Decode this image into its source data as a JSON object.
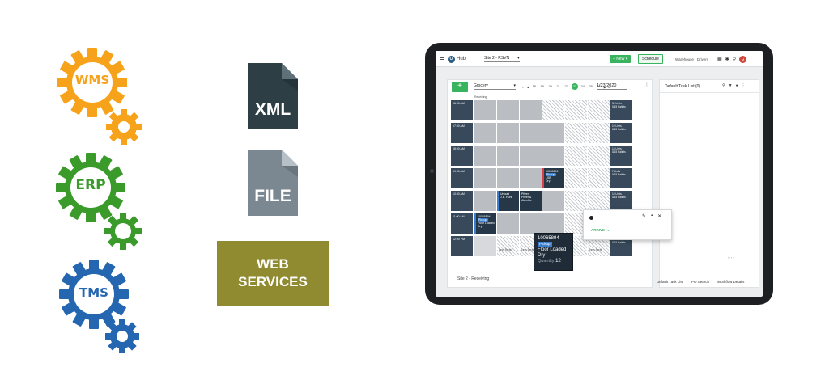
{
  "integrations": {
    "gears": [
      {
        "label": "WMS",
        "color": "#f7a21b"
      },
      {
        "label": "ERP",
        "color": "#3a9b2b"
      },
      {
        "label": "TMS",
        "color": "#2466b0"
      }
    ],
    "formats": [
      {
        "label": "XML",
        "color": "#2e3e45"
      },
      {
        "label": "FILE",
        "color": "#7b8891"
      }
    ],
    "web_services": {
      "label": "WEB\nSERVICES",
      "color": "#908a30"
    }
  },
  "app": {
    "topbar": {
      "brand": "Hub",
      "site": "Site 2 - RSVN",
      "new_label": "+ New",
      "schedule_label": "Schedule",
      "links": [
        "Warehouse",
        "Drivers"
      ],
      "avatar_initials": "M"
    },
    "schedule": {
      "add_label": "+",
      "dock": "Grocery",
      "days": [
        "18",
        "19",
        "20",
        "21",
        "22",
        "23",
        "24",
        "25",
        "26"
      ],
      "active_day": "23",
      "date": "1/23/2020",
      "column_header": "Receiving",
      "times": [
        "06:00 AM",
        "07:00 AM",
        "08:00 AM",
        "09:00 AM",
        "10:00 AM",
        "11:00 AM",
        "12:00 PM"
      ],
      "capacity": [
        [
          "30 Units",
          "0/15 Pallets"
        ],
        [
          "10 Units",
          "0/15 Pallets"
        ],
        [
          "18 Units",
          "0/15 Pallets"
        ],
        [
          "7 Units",
          "0/15 Pallets"
        ],
        [
          "18 Units",
          "0/15 Pallets"
        ],
        [
          "10 Units",
          "0/15 Pallets"
        ],
        [
          "30 Units",
          "0/15 Pallets"
        ]
      ],
      "appointments": [
        {
          "line1": "10065891",
          "tag": "Pickup",
          "line3": "LSB",
          "line4": "Dry"
        },
        {
          "line1": "Unload",
          "line2": "J.B. Hunt"
        },
        {
          "line1": "Pfizer",
          "line2": "Pfizer &",
          "line3": "Alambic"
        },
        {
          "line1": "10065894",
          "tag": "Pickup",
          "line3": "Floor Loaded",
          "line4": "Dry",
          "qty": "12"
        }
      ],
      "slot_labels": [
        "Less Break",
        "Less Break",
        "Less Break"
      ],
      "footer": "Site 2 - Receiving"
    },
    "task_list": {
      "title": "Default Task List (0)",
      "pager": "‹‹ ‹ ›"
    },
    "bottom_tabs": [
      "Default Task List",
      "PO Search",
      "Workflow Details"
    ],
    "popup": {
      "status": "ARRIVE"
    },
    "tooltip": {
      "id": "10065894",
      "tag": "Pickup",
      "line1": "Floor Loaded",
      "line2": "Dry",
      "qty_label": "Quantity",
      "qty": "12"
    }
  }
}
